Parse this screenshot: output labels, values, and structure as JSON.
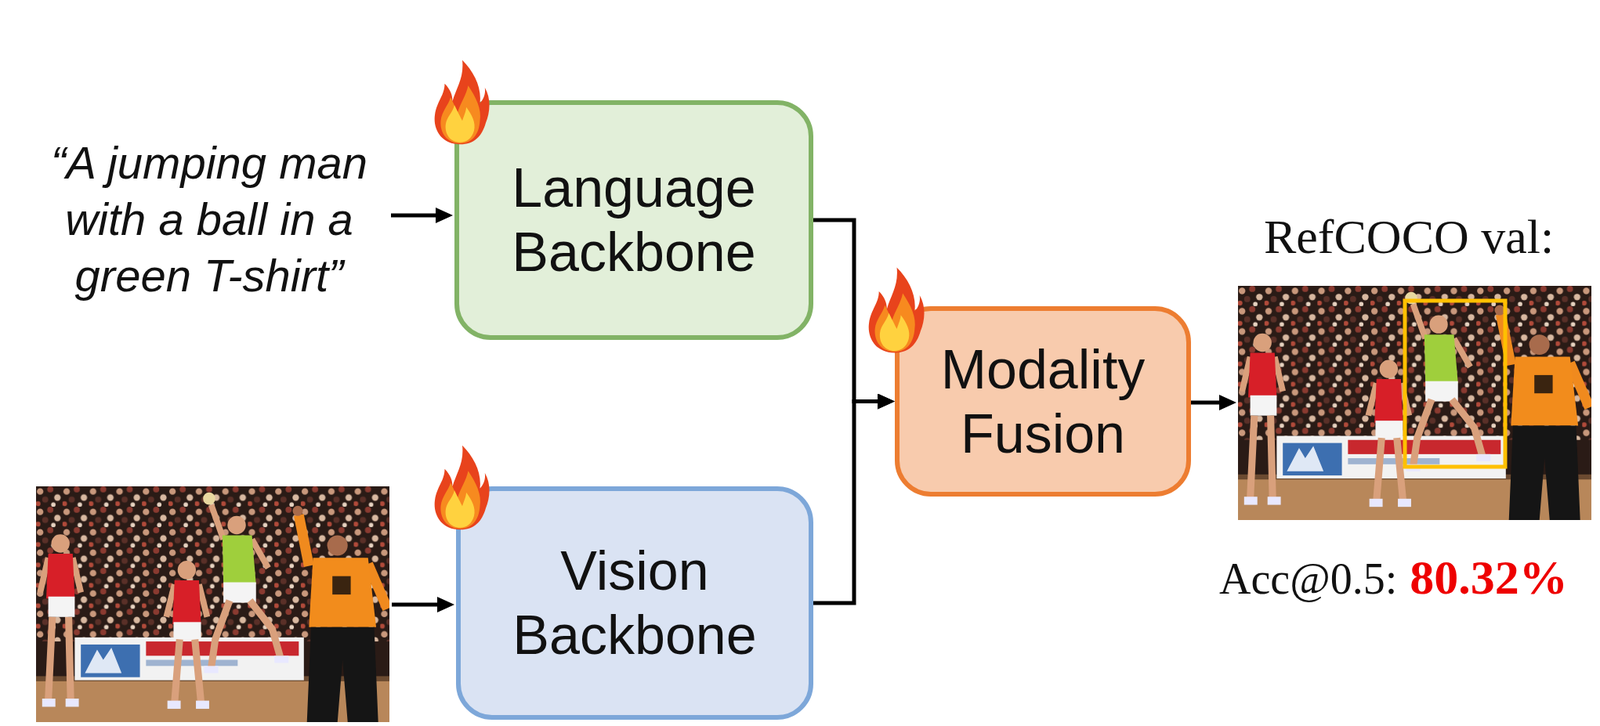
{
  "diagram": {
    "nodes": [
      {
        "text": [
          "Language Backbone"
        ]
      },
      {
        "text": [
          "Vision Backbone"
        ]
      },
      {
        "text": [
          "Modality Fusion"
        ]
      }
    ],
    "edges": [
      {
        "from": 0,
        "to": 2,
        "arrow": "to"
      },
      {
        "from": 1,
        "to": 2,
        "arrow": "to"
      }
    ],
    "labels": [
      "“A jumping man with a ball in a green T-shirt”",
      "RefCOCO val:",
      "Acc@0.5:",
      "80.32%"
    ]
  }
}
